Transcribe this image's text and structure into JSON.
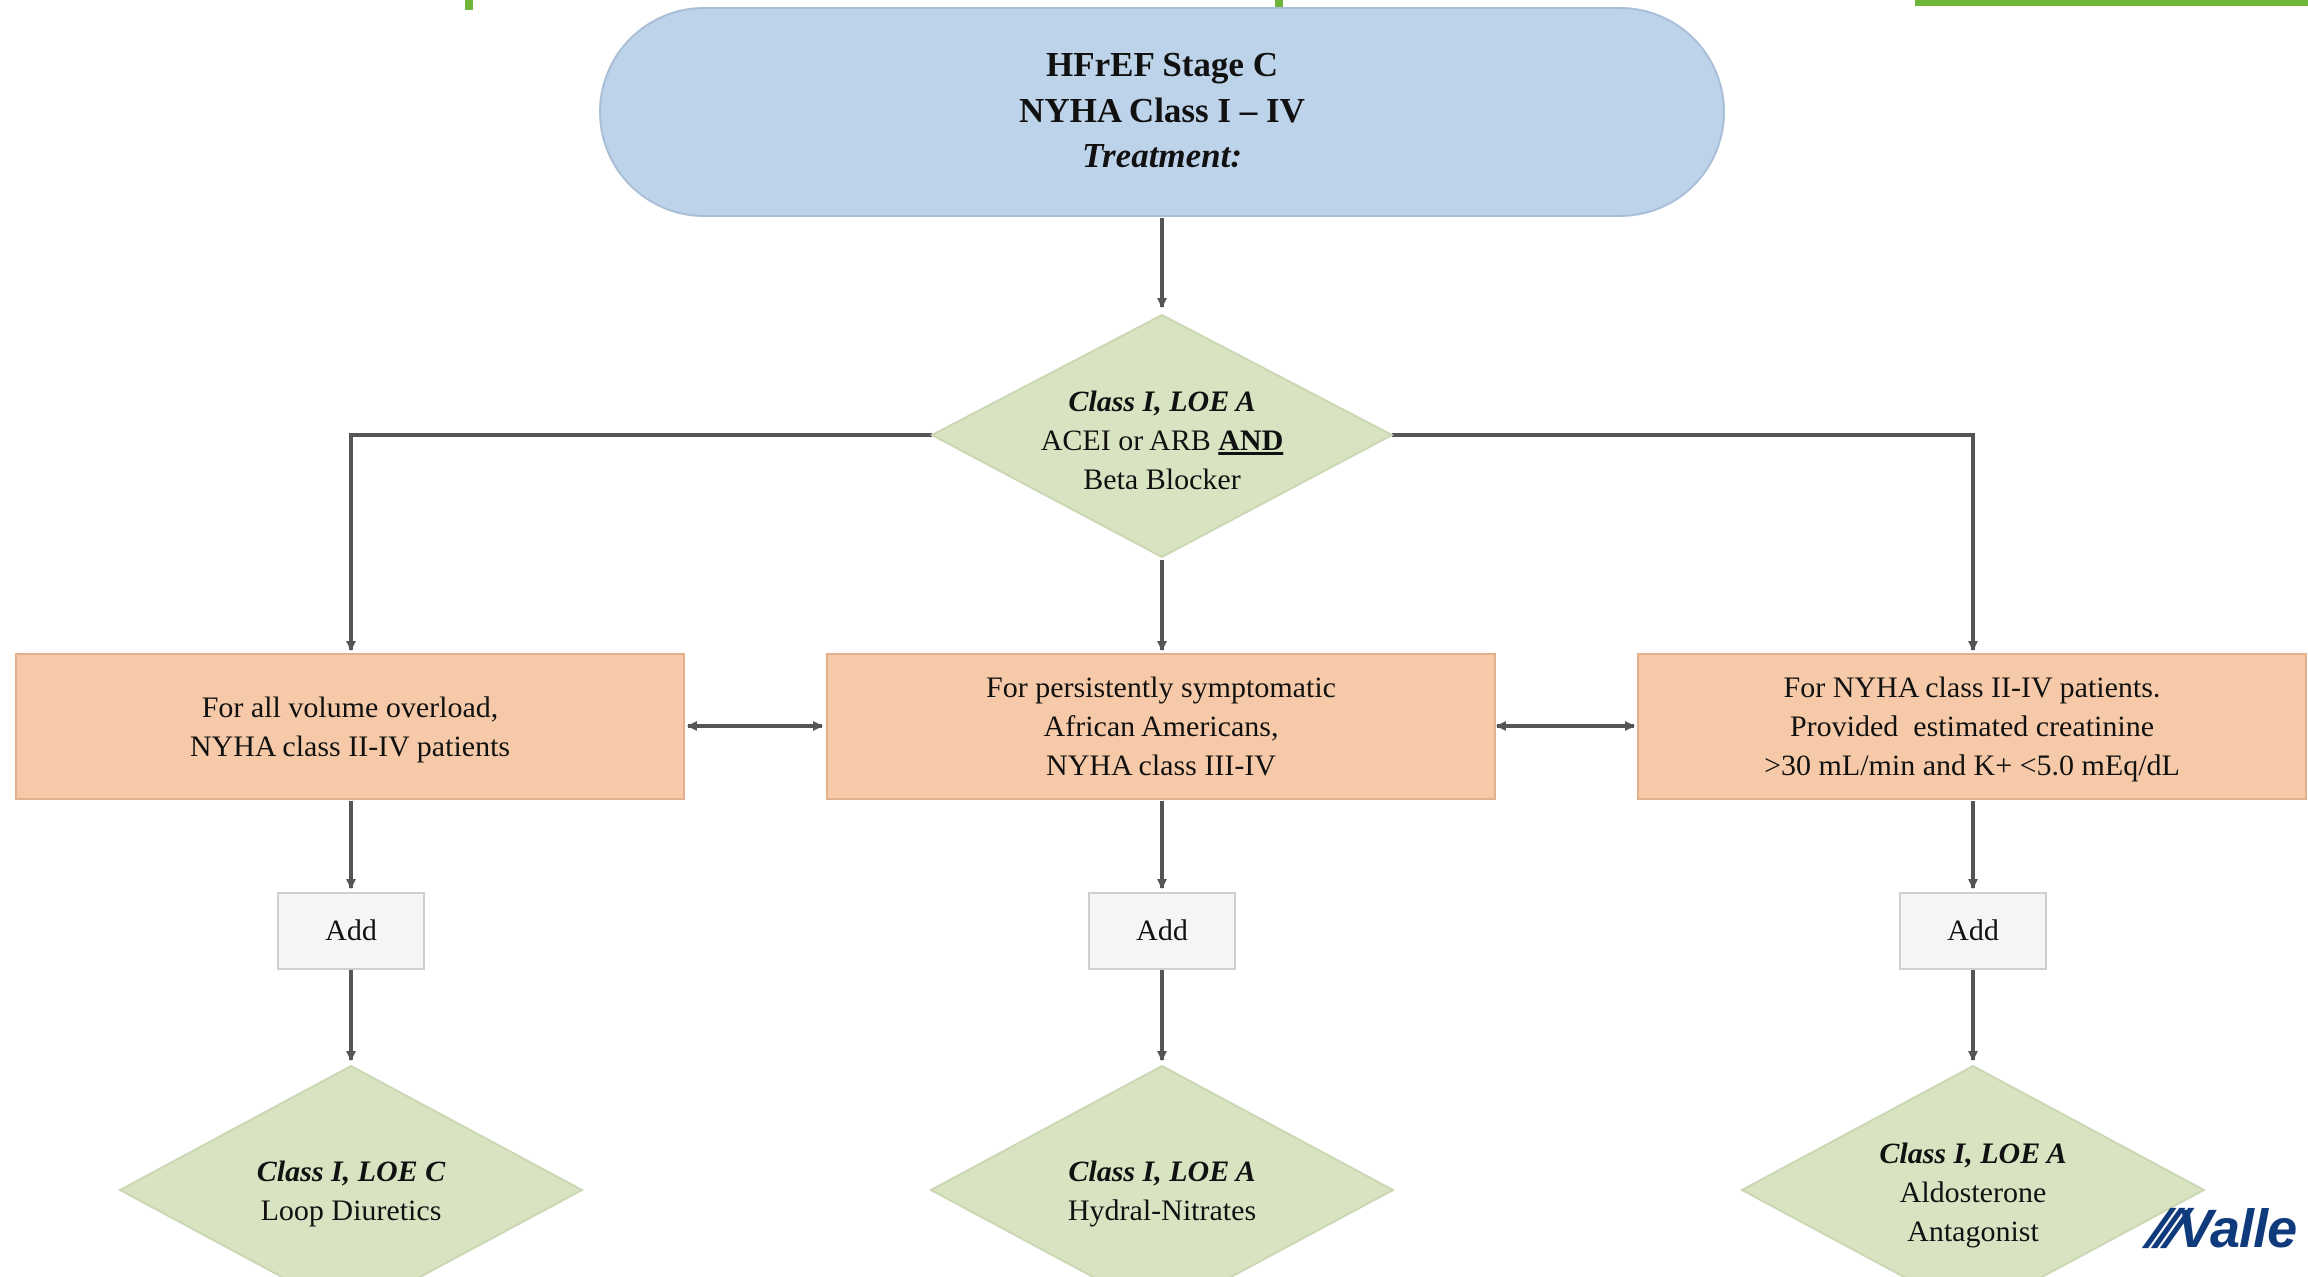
{
  "colors": {
    "terminal_fill": "#bdd3ea",
    "diamond_fill": "#d8e3c2",
    "box_fill": "#f6caa8",
    "add_fill": "#f5f5f5",
    "accent_green": "#6fb53a",
    "logo_blue": "#0f3a7c"
  },
  "start": {
    "line1": "HFrEF Stage C",
    "line2": "NYHA Class I – IV",
    "line3": "Treatment:"
  },
  "first_decision": {
    "class": "Class I, LOE A",
    "line2a": "ACEI or ARB ",
    "line2b": "AND",
    "line3": "Beta Blocker"
  },
  "branches": [
    {
      "condition_lines": [
        "For all volume overload,",
        "NYHA class II-IV patients"
      ],
      "add": "Add",
      "class": "Class I, LOE C",
      "therapy_lines": [
        "Loop Diuretics"
      ]
    },
    {
      "condition_lines": [
        "For persistently symptomatic",
        "African Americans,",
        "NYHA class III-IV"
      ],
      "add": "Add",
      "class": "Class I, LOE A",
      "therapy_lines": [
        "Hydral-Nitrates"
      ]
    },
    {
      "condition_lines": [
        "For NYHA class II-IV patients.",
        "Provided  estimated creatinine",
        ">30 mL/min and K+ <5.0 mEq/dL"
      ],
      "add": "Add",
      "class": "Class I, LOE A",
      "therapy_lines": [
        "Aldosterone",
        "Antagonist"
      ]
    }
  ],
  "logo_text": "Valle"
}
